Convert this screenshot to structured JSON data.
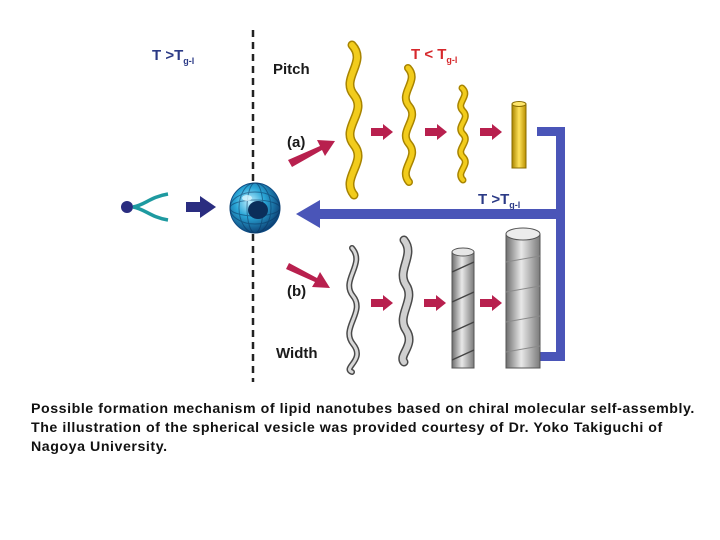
{
  "labels": {
    "t_above_left": "T >T",
    "t_above_left_sub": "g-l",
    "t_below": "T < T",
    "t_below_sub": "g-l",
    "t_above_mid": "T >T",
    "t_above_mid_sub": "g-l",
    "pitch": "Pitch",
    "width": "Width",
    "path_a": "(a)",
    "path_b": "(b)"
  },
  "caption": "Possible formation mechanism of lipid nanotubes based on chiral molecular self-assembly. The illustration of the spherical vesicle was provided courtesy of Dr. Yoko Takiguchi of Nagoya University.",
  "colors": {
    "arrow_navy": "#2a2d80",
    "arrow_red": "#b8204e",
    "bracket_blue": "#4a55b8",
    "helix_yellow": "#f2cc1c",
    "helix_gray": "#9a9a9a",
    "vesicle_cyan": "#2aa7d8",
    "lipid_teal": "#1e9aa0",
    "label_blue": "#2b3a86",
    "label_red": "#d6282c"
  }
}
